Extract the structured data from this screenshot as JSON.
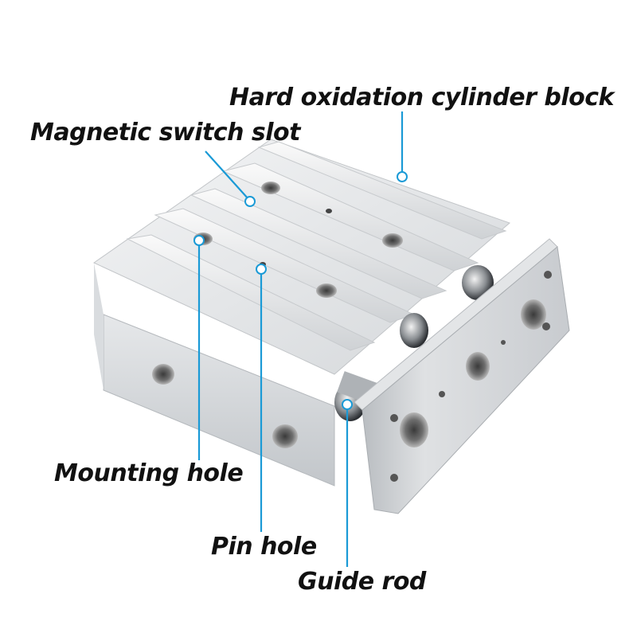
{
  "image": {
    "kind": "product-photo",
    "subject": "aluminium guided pneumatic cylinder",
    "background": "#ffffff"
  },
  "callouts": {
    "hard_oxidation": "Hard oxidation cylinder block",
    "magnetic_slot": "Magnetic switch slot",
    "mounting_hole": "Mounting hole",
    "pin_hole": "Pin hole",
    "guide_rod": "Guide rod"
  },
  "colors": {
    "leader_line": "#1a9ad6",
    "label_text": "#111111",
    "aluminium_light": "#eceeef",
    "aluminium_mid": "#c9ccd0",
    "aluminium_dark": "#9aa0a6"
  }
}
